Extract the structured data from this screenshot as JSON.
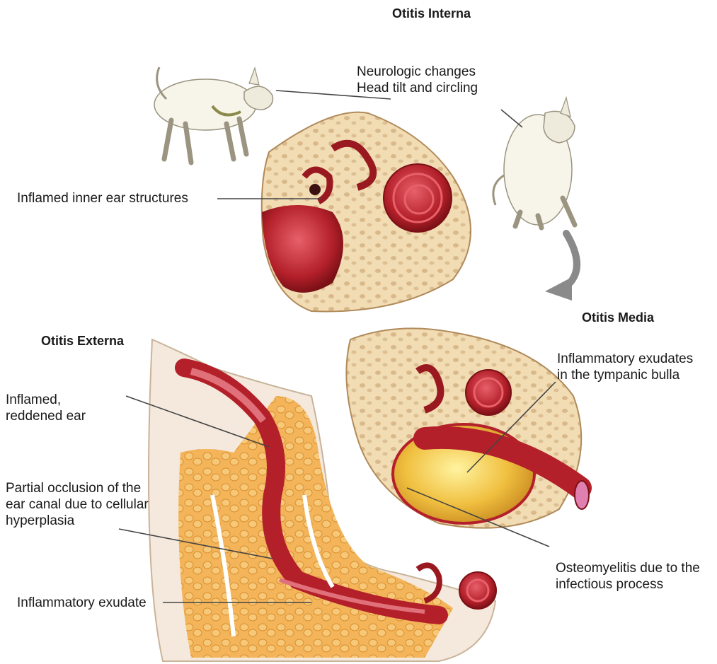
{
  "headings": {
    "interna": "Otitis Interna",
    "media": "Otitis Media",
    "externa": "Otitis Externa"
  },
  "labels": {
    "neuro_line1": "Neurologic changes",
    "neuro_line2": "Head tilt and circling",
    "inner_ear": "Inflamed inner ear structures",
    "bulla_line1": "Inflammatory exudates",
    "bulla_line2": "in the tympanic bulla",
    "reddened_line1": "Inflamed,",
    "reddened_line2": "reddened ear",
    "occlusion_line1": "Partial occlusion of the",
    "occlusion_line2": "ear canal due to cellular",
    "occlusion_line3": "hyperplasia",
    "osteo_line1": "Osteomyelitis due to the",
    "osteo_line2": "infectious process",
    "exudate": "Inflammatory exudate"
  },
  "colors": {
    "tissue_red": "#b3202a",
    "tissue_pink": "#e0707a",
    "bone": "#f2dcb3",
    "exudate_yellow": "#f0c040",
    "fat_orange": "#f3b45a",
    "leader_line": "#444444"
  }
}
